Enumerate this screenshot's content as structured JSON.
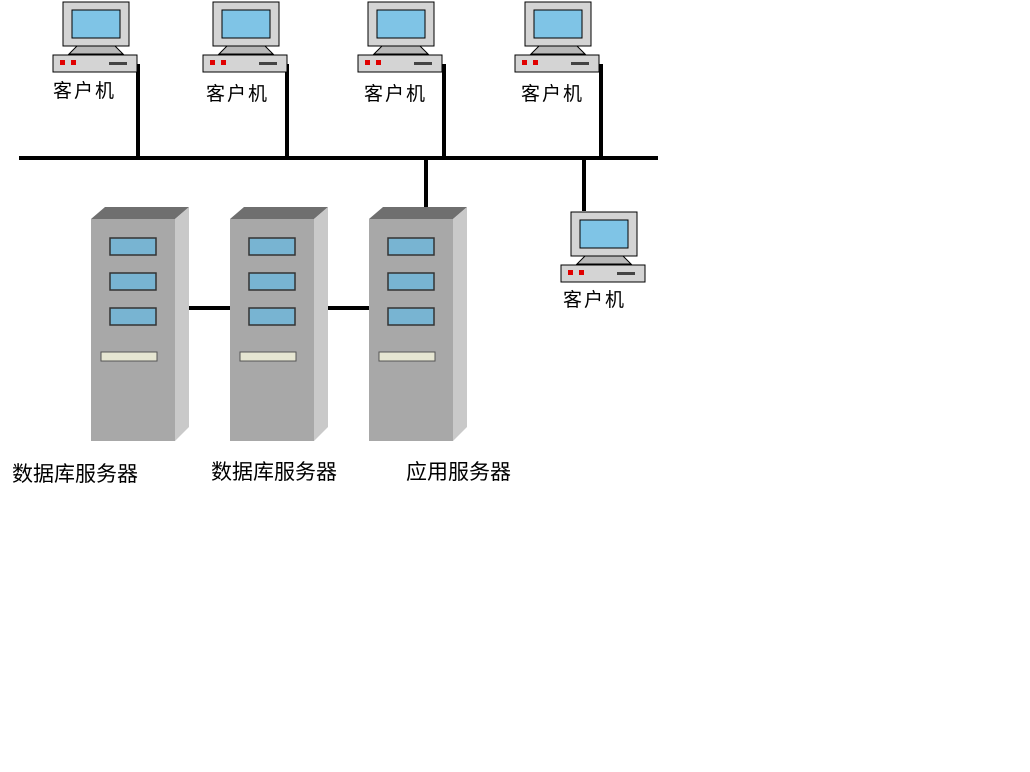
{
  "colors": {
    "line": "#000000",
    "monitor_body": "#d4d4d4",
    "monitor_screen": "#7fc4e6",
    "server_front": "#a8a8a8",
    "server_side": "#c9c9c9",
    "server_top": "#6f6f6f",
    "panel_fill": "#78b4d2",
    "slot_fill": "#e6e6d2",
    "led": "#e00000"
  },
  "clients": [
    {
      "label": "客户机",
      "icon": "desktop-computer-icon"
    },
    {
      "label": "客户机",
      "icon": "desktop-computer-icon"
    },
    {
      "label": "客户机",
      "icon": "desktop-computer-icon"
    },
    {
      "label": "客户机",
      "icon": "desktop-computer-icon"
    },
    {
      "label": "客户机",
      "icon": "desktop-computer-icon"
    }
  ],
  "servers": [
    {
      "label": "数据库服务器",
      "icon": "tower-server-icon"
    },
    {
      "label": "数据库服务器",
      "icon": "tower-server-icon"
    },
    {
      "label": "应用服务器",
      "icon": "tower-server-icon"
    }
  ]
}
